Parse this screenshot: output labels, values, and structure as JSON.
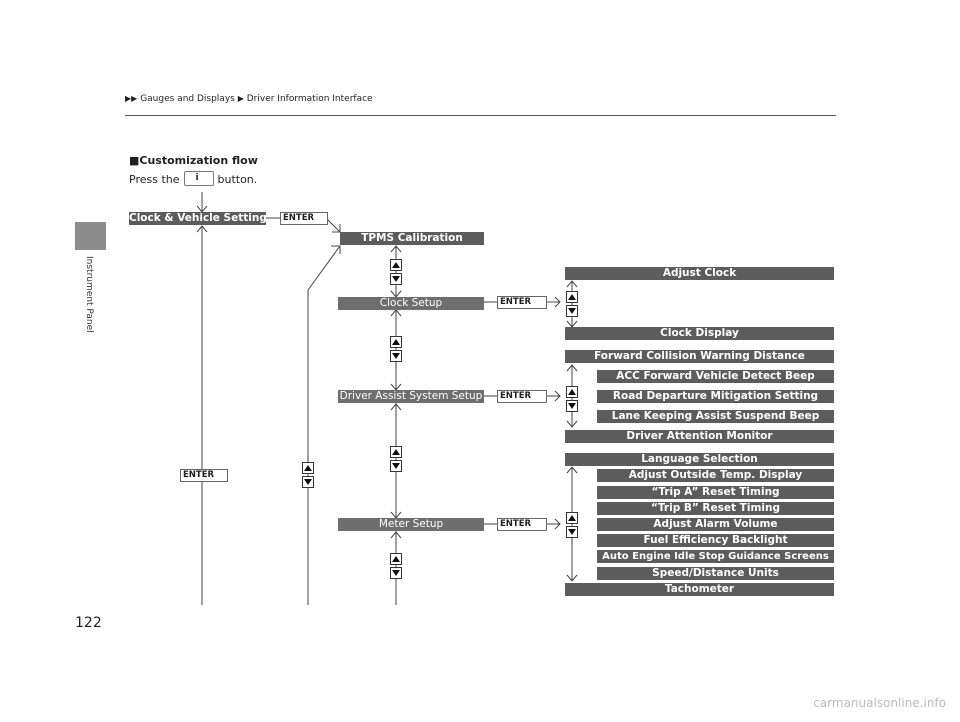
{
  "header": {
    "breadcrumb_part1": "Gauges and Displays",
    "breadcrumb_part2": "Driver Information Interface"
  },
  "sidebar": {
    "label": "Instrument Panel"
  },
  "page_number": "122",
  "section": {
    "title": "Customization flow",
    "press_prefix": "Press the",
    "press_suffix": "button.",
    "button_icon": "info-i-icon"
  },
  "enter_label": "ENTER",
  "menu": {
    "top": "Clock & Vehicle Settings",
    "tpms": "TPMS Calibration",
    "clock_setup": "Clock Setup",
    "driver_assist": "Driver Assist System Setup",
    "meter_setup": "Meter Setup"
  },
  "clock_items": [
    "Adjust Clock",
    "Clock Display"
  ],
  "driver_assist_items": [
    "Forward Collision Warning Distance",
    "ACC Forward Vehicle Detect Beep",
    "Road Departure Mitigation Setting",
    "Lane Keeping Assist Suspend Beep",
    "Driver Attention Monitor"
  ],
  "meter_items": [
    "Language Selection",
    "Adjust Outside Temp. Display",
    "“Trip A” Reset Timing",
    "“Trip B” Reset Timing",
    "Adjust Alarm Volume",
    "Fuel Efficiency Backlight",
    "Auto Engine Idle Stop Guidance Screens",
    "Speed/Distance Units",
    "Tachometer"
  ],
  "watermark": "carmanualsonline.info"
}
